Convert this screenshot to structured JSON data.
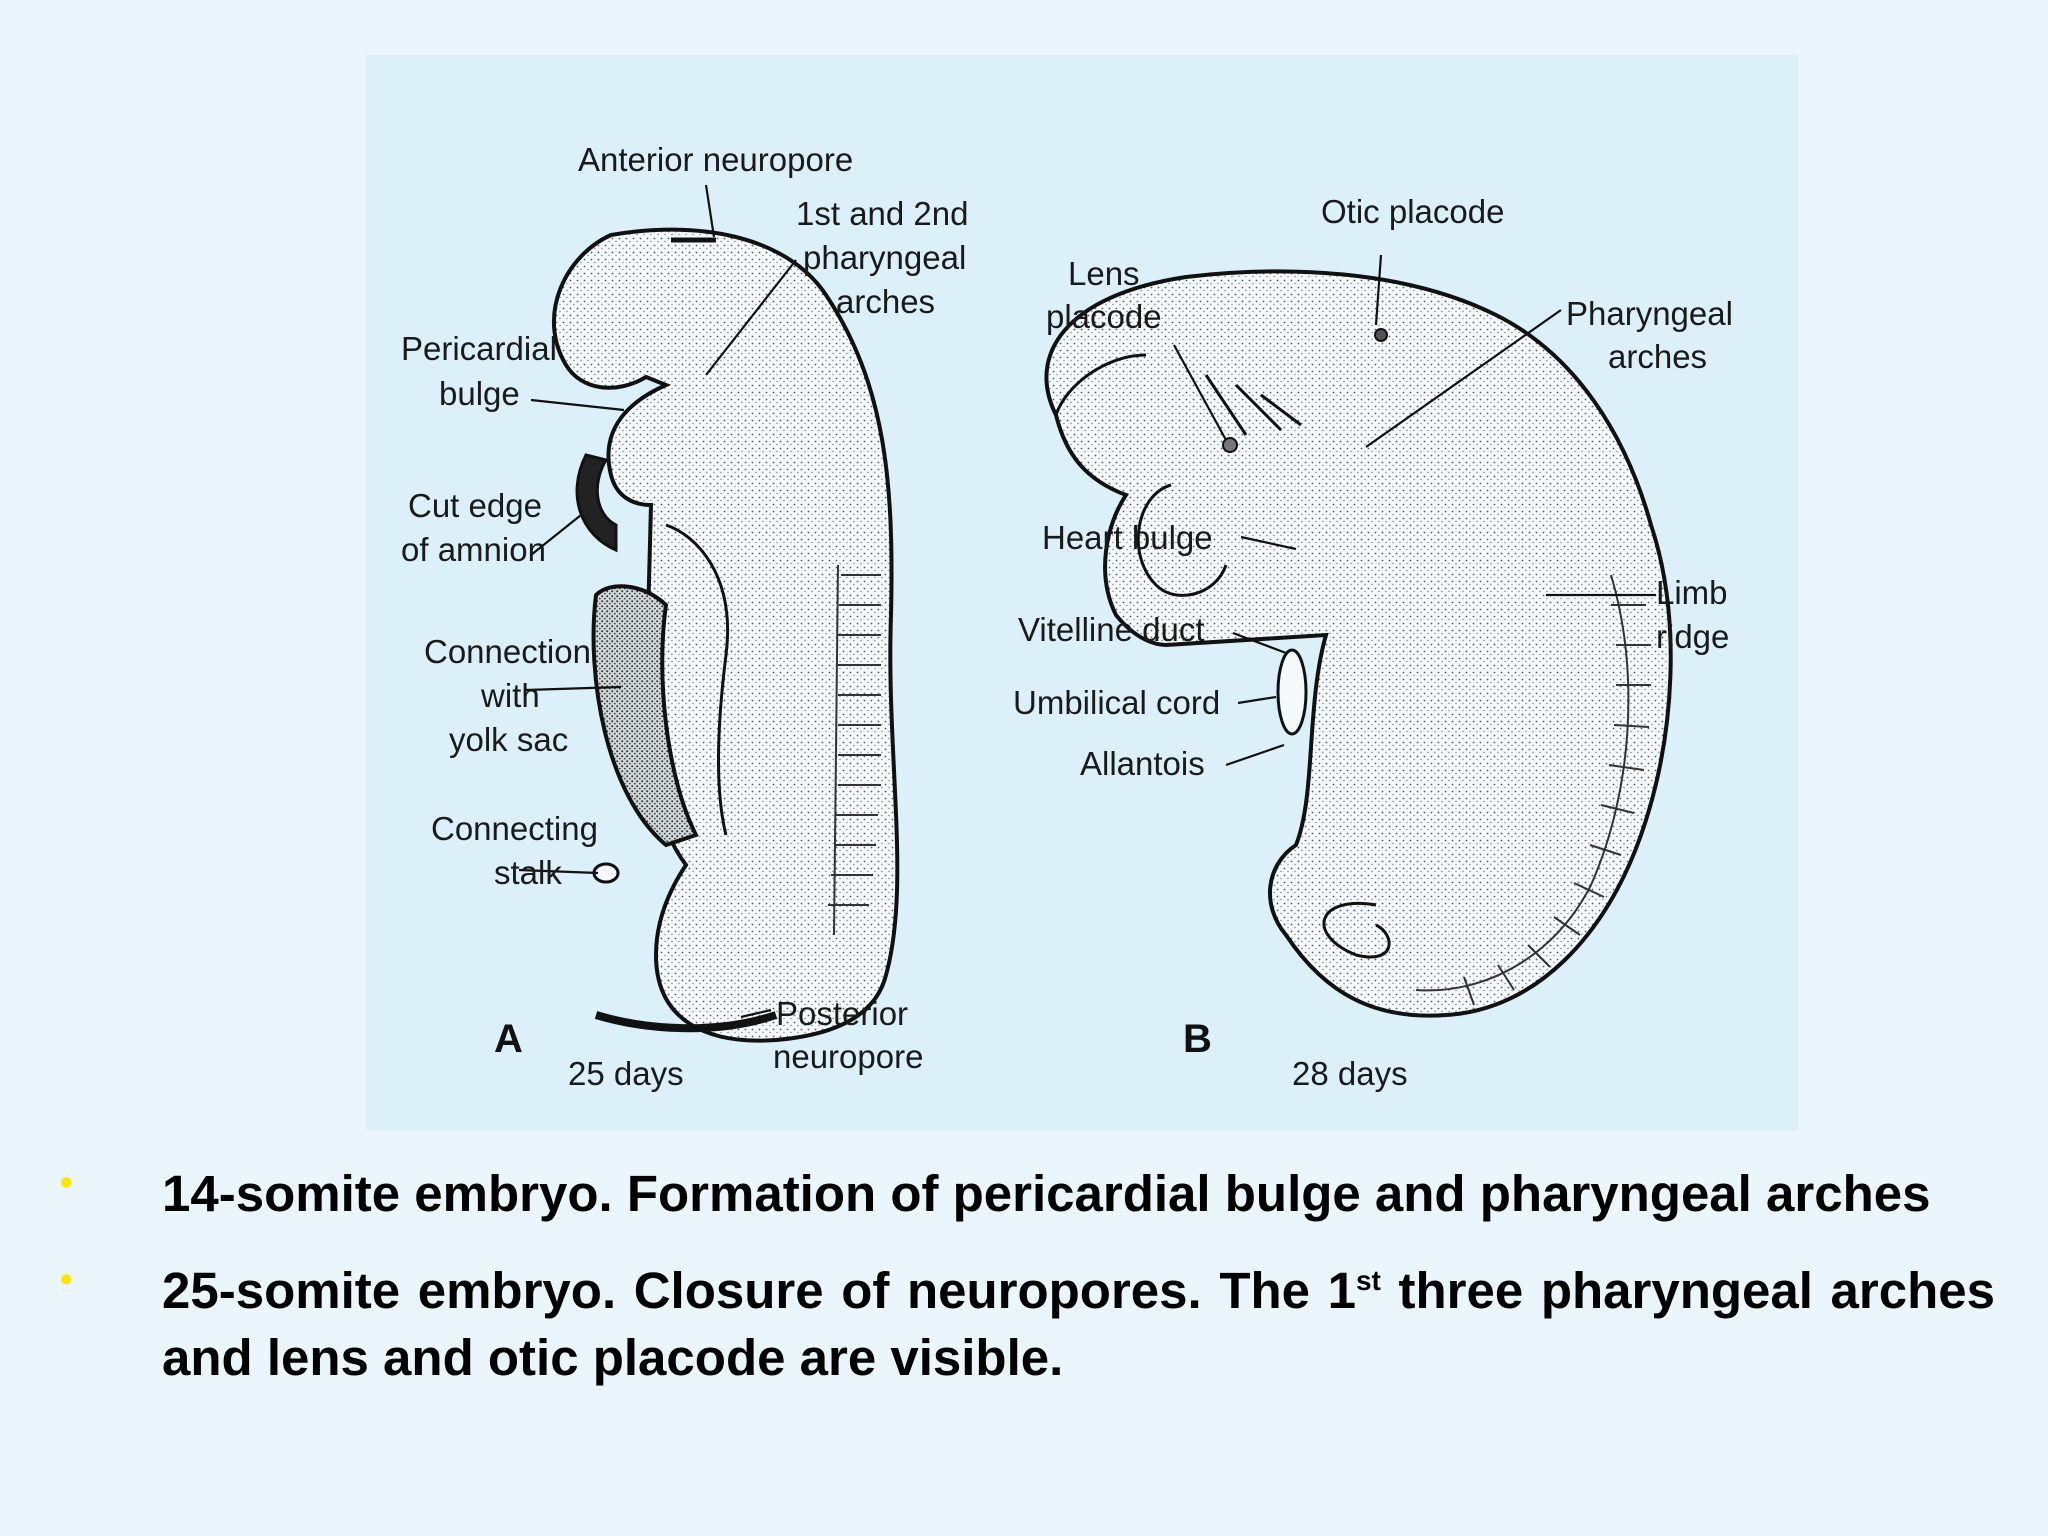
{
  "figure": {
    "panel_a": {
      "letter": "A",
      "age": "25 days",
      "labels": {
        "anterior_neuropore": "Anterior neuropore",
        "arches_line1": "1st and 2nd",
        "arches_line2": "pharyngeal",
        "arches_line3": "arches",
        "pericardial_line1": "Pericardial",
        "pericardial_line2": "bulge",
        "cut_edge_line1": "Cut edge",
        "cut_edge_line2": "of amnion",
        "yolk_line1": "Connection",
        "yolk_line2": "with",
        "yolk_line3": "yolk sac",
        "stalk_line1": "Connecting",
        "stalk_line2": "stalk",
        "posterior_line1": "Posterior",
        "posterior_line2": "neuropore"
      }
    },
    "panel_b": {
      "letter": "B",
      "age": "28 days",
      "labels": {
        "otic_placode": "Otic placode",
        "lens_line1": "Lens",
        "lens_line2": "placode",
        "pharyngeal_line1": "Pharyngeal",
        "pharyngeal_line2": "arches",
        "heart_bulge": "Heart bulge",
        "limb_line1": "Limb",
        "limb_line2": "ridge",
        "vitelline_duct": "Vitelline duct",
        "umbilical_cord": "Umbilical cord",
        "allantois": "Allantois"
      }
    }
  },
  "bullets": [
    {
      "text": "14-somite embryo. Formation of pericardial bulge and pharyngeal arches"
    },
    {
      "part1": "25-somite embryo. Closure of neuropores. The 1",
      "sup": "st",
      "part2": " three pharyngeal arches and lens and otic placode are visible."
    }
  ],
  "colors": {
    "slide_background": "#eaf6fb",
    "figure_background": "#dbf0f9",
    "bullet_marker": "#ffe600"
  }
}
